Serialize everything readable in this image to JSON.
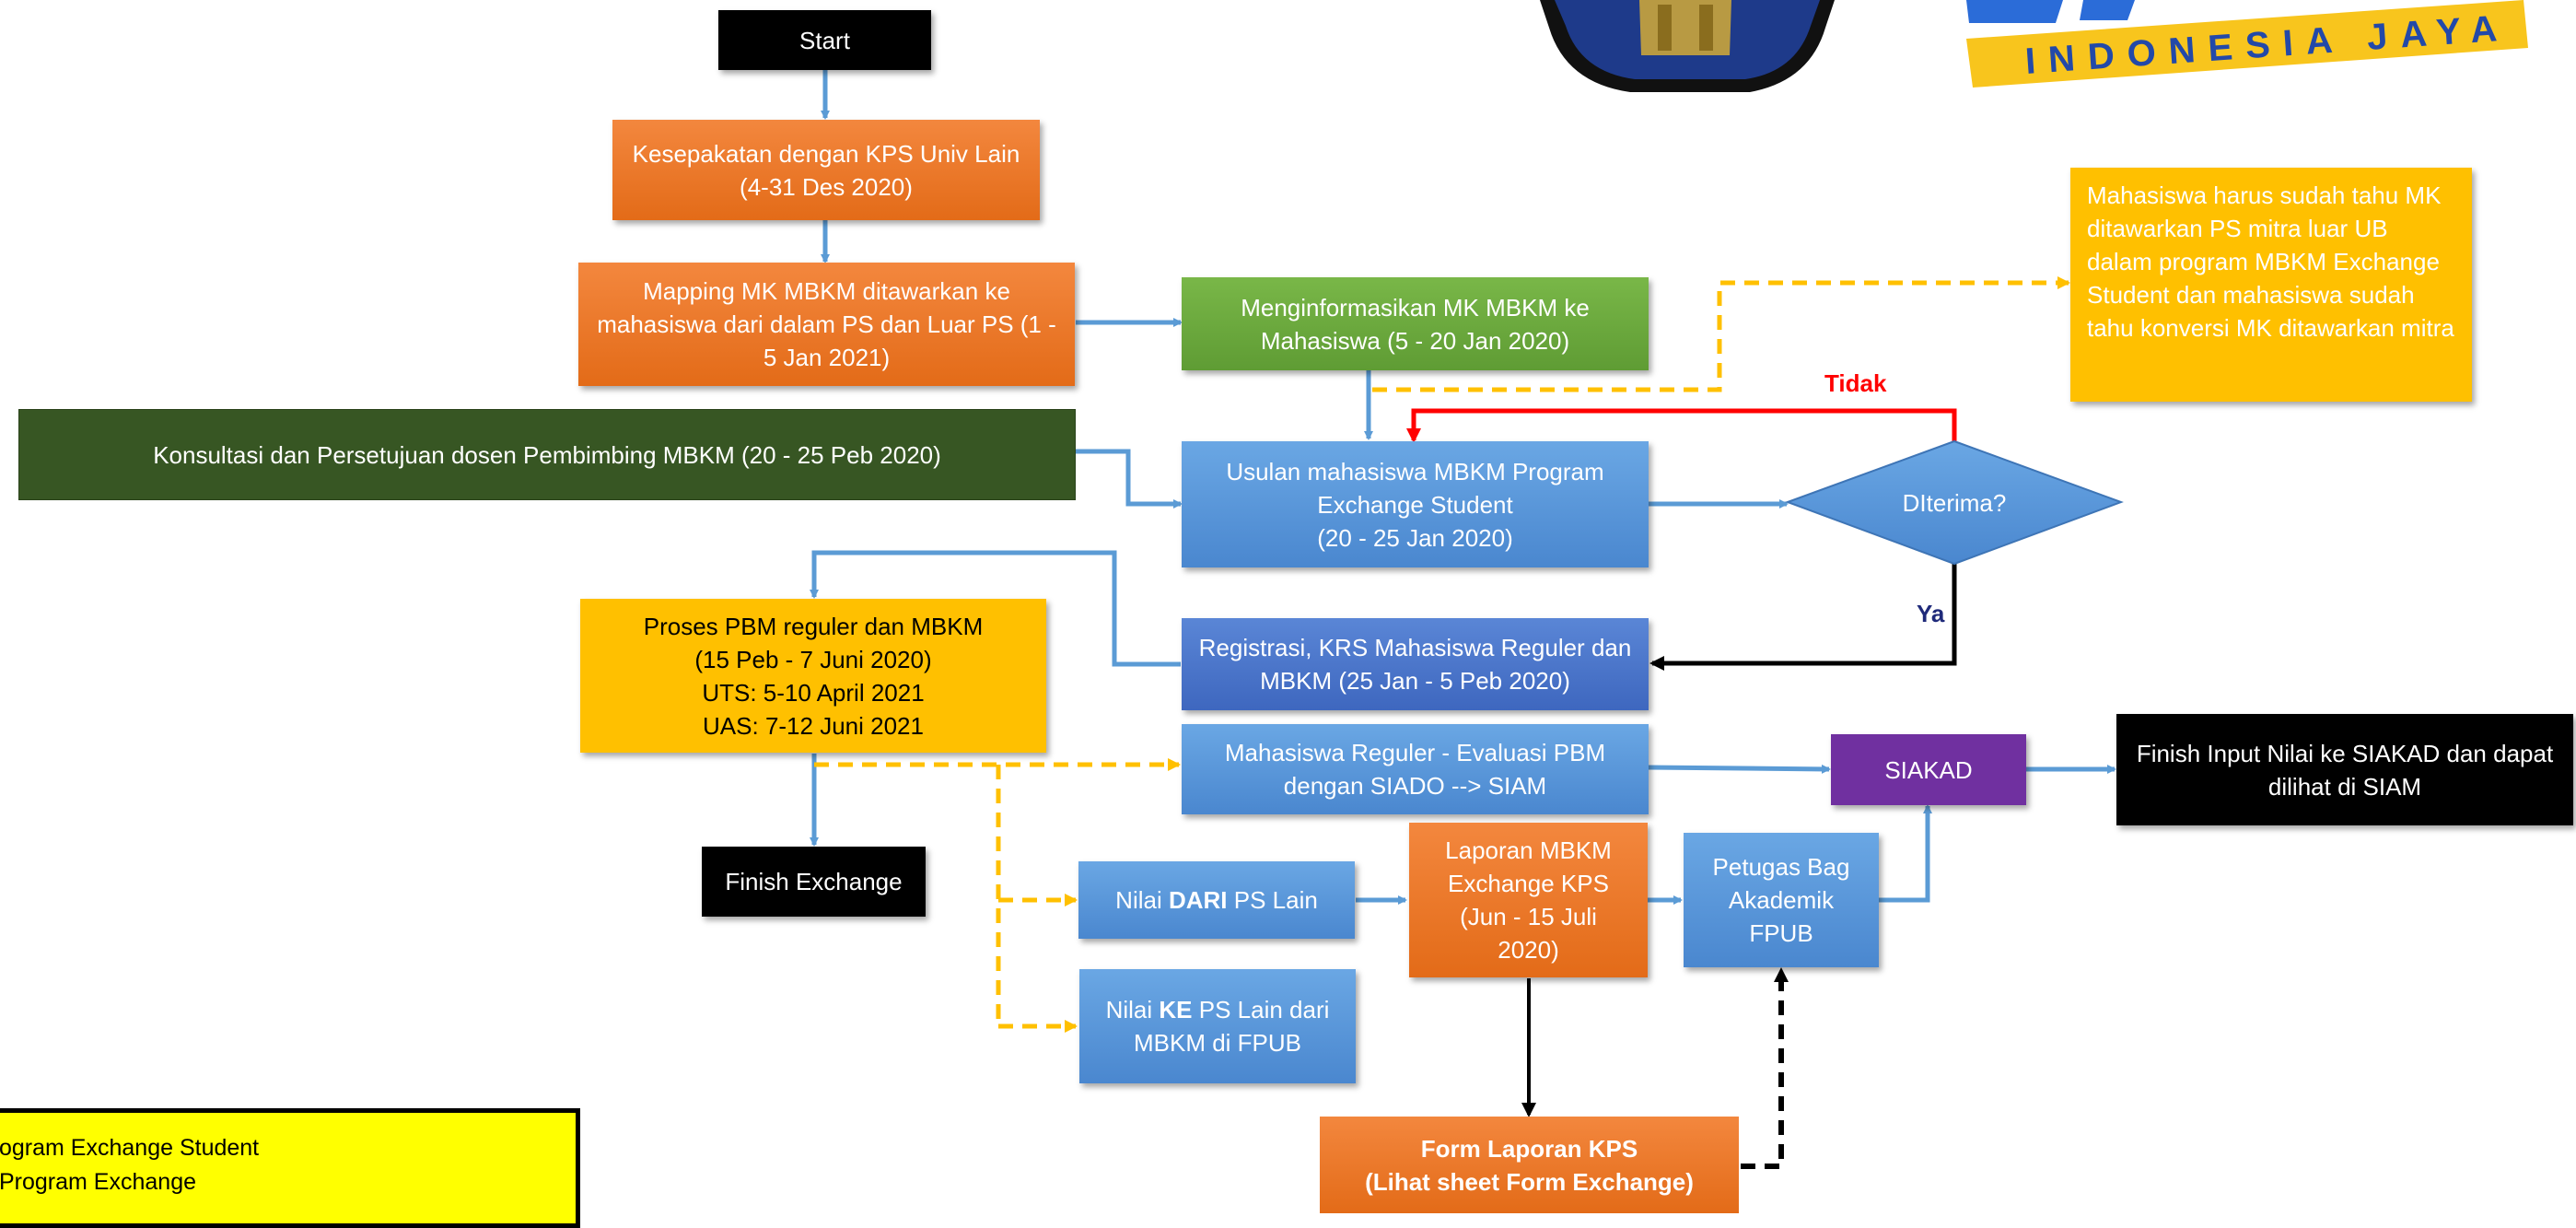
{
  "nodes": {
    "start": "Start",
    "kesepakatan": "Kesepakatan dengan KPS Univ Lain\n(4-31 Des 2020)",
    "mapping": "Mapping MK MBKM ditawarkan ke mahasiswa dari dalam PS dan Luar PS (1 - 5 Jan 2021)",
    "menginformasikan": "Menginformasikan MK MBKM ke Mahasiswa (5  -  20 Jan 2020)",
    "note": "Mahasiswa harus sudah tahu MK ditawarkan PS mitra luar UB dalam program MBKM Exchange Student dan mahasiswa sudah tahu konversi MK ditawarkan mitra",
    "konsultasi": "Konsultasi dan Persetujuan dosen Pembimbing MBKM (20 - 25 Peb 2020)",
    "usulan": "Usulan mahasiswa MBKM Program Exchange Student\n(20 - 25 Jan 2020)",
    "diterima": "DIterima?",
    "registrasi": "Registrasi, KRS Mahasiswa Reguler dan MBKM (25 Jan - 5 Peb 2020)",
    "proses": "Proses PBM reguler dan MBKM\n(15 Peb - 7 Juni 2020)\nUTS: 5-10 April 2021\nUAS: 7-12 Juni 2021",
    "evaluasi": "Mahasiswa Reguler - Evaluasi PBM dengan SIADO --> SIAM",
    "siakad": "SIAKAD",
    "finish_input": "Finish Input Nilai ke SIAKAD dan dapat dilihat di SIAM",
    "finish_exchange": "Finish Exchange",
    "nilai_dari_1": "Nilai ",
    "nilai_dari_2": "DARI",
    "nilai_dari_3": " PS Lain",
    "nilai_ke_1": "Nilai ",
    "nilai_ke_2": "KE",
    "nilai_ke_3": " PS Lain dari MBKM di FPUB",
    "laporan": "Laporan MBKM Exchange KPS\n(Jun - 15 Juli 2020)",
    "petugas": "Petugas Bag Akademik FPUB",
    "form_laporan": "Form Laporan KPS\n(Lihat sheet Form Exchange)"
  },
  "labels": {
    "tidak": "Tidak",
    "ya": "Ya"
  },
  "logo": {
    "brand_partial": "ME",
    "tagline": "INDONESIA JAYA"
  },
  "legend": {
    "line1": "ogram Exchange Student",
    "line2": " Program Exchange"
  },
  "colors": {
    "flow_arrow": "#5b9bd5",
    "dashed_arrow": "#ffc000",
    "no_arrow": "#ff0000",
    "yes_arrow": "#000000"
  }
}
